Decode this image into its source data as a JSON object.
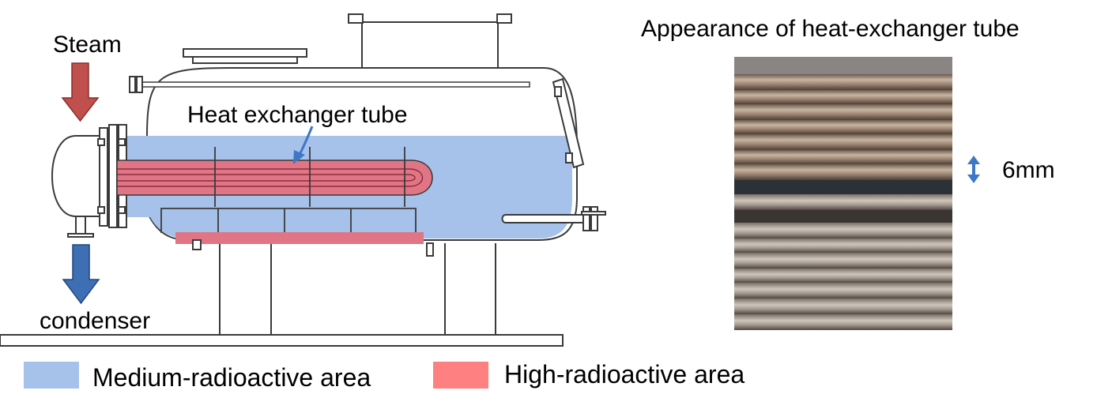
{
  "labels": {
    "steam": "Steam",
    "condenser": "condenser",
    "heat_exchanger_tube": "Heat exchanger tube",
    "photo_title": "Appearance of heat-exchanger tube",
    "tube_size": "6mm"
  },
  "legend": {
    "medium": {
      "label": "Medium-radioactive area",
      "color": "#a6c1ea"
    },
    "high": {
      "label": "High-radioactive area",
      "color": "#ff8080"
    }
  },
  "colors": {
    "steam_arrow": "#c0504d",
    "condenser_arrow": "#3e6fb4",
    "pointer_arrow": "#3e77c4",
    "outline": "#3a3a3a"
  },
  "icons": {
    "steam_arrow": "arrow-down-icon",
    "condenser_arrow": "arrow-down-icon",
    "size_indicator": "double-arrow-vertical-icon"
  }
}
